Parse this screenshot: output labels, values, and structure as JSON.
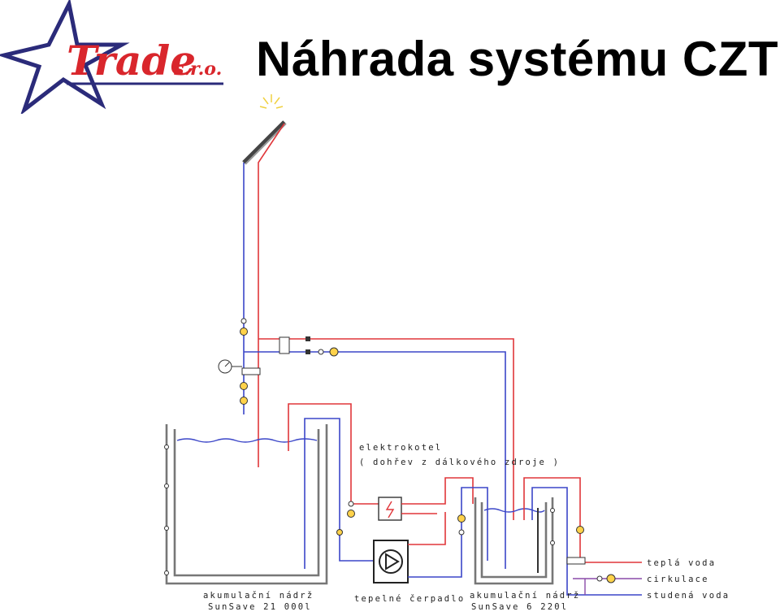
{
  "header": {
    "title": "Náhrada systému CZT",
    "logo_text": "Trade",
    "logo_suffix": "s.r.o."
  },
  "diagram": {
    "labels": {
      "electric_boiler_line1": "elektrokotel",
      "electric_boiler_line2": "( dohřev z dálkového zdroje )",
      "tank_large_line1": "akumulační nádrž",
      "tank_large_line2": "SunSave 21 000l",
      "heat_pump": "tepelné čerpadlo",
      "tank_small_line1": "akumulační nádrž",
      "tank_small_line2": "SunSave 6 220l",
      "hot_water": "teplá voda",
      "circulation": "cirkulace",
      "cold_water": "studená voda"
    },
    "colors": {
      "supply": "#e0363a",
      "return": "#3b46c8",
      "tank_wall": "#777777",
      "logo_star": "#2b2b7a",
      "logo_text": "#d9262c",
      "valve": "#ffd24a"
    },
    "icons": [
      "sun-icon",
      "solar-collector-icon",
      "pump-icon",
      "heat-pump-icon",
      "electric-boiler-icon",
      "valve-icon",
      "pressure-gauge-icon",
      "heat-exchanger-icon"
    ]
  }
}
